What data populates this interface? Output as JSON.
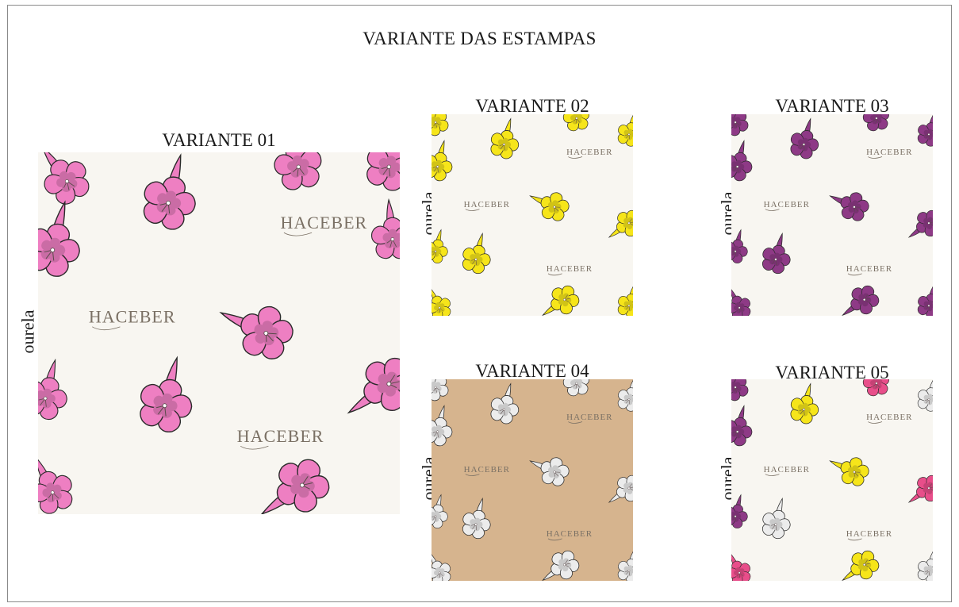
{
  "page": {
    "title": "VARIANTE DAS ESTAMPAS",
    "selvage_label": "ourela",
    "brand": "HACEBER"
  },
  "variants": [
    {
      "label": "VARIANTE 01",
      "background": "#f8f6f1",
      "flower_colors": [
        "#ee7fc2"
      ]
    },
    {
      "label": "VARIANTE 02",
      "background": "#f8f6f1",
      "flower_colors": [
        "#f6e51a"
      ]
    },
    {
      "label": "VARIANTE 03",
      "background": "#f8f6f1",
      "flower_colors": [
        "#8e3a86"
      ]
    },
    {
      "label": "VARIANTE 04",
      "background": "#d6b48e",
      "flower_colors": [
        "#ececec"
      ]
    },
    {
      "label": "VARIANTE 05",
      "background": "#f8f6f1",
      "flower_colors": [
        "#8e3a86",
        "#f6e51a",
        "#e84e8a",
        "#ececec"
      ]
    }
  ]
}
